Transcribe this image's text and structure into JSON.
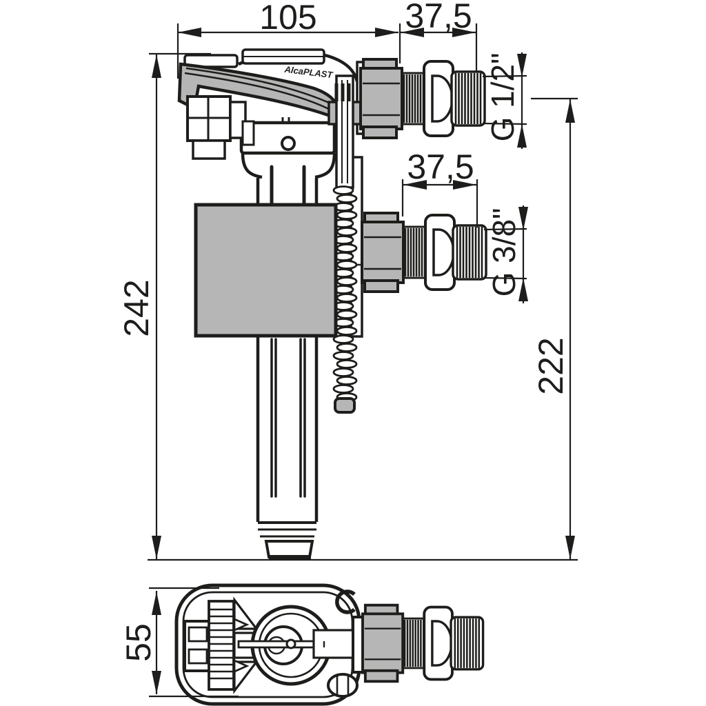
{
  "figure": {
    "kind": "technical dimension drawing",
    "brand_label": "AlcaPLAST"
  },
  "colors": {
    "line": "#1d1d1b",
    "gray_fill": "#b6b6b6",
    "background": "#ffffff"
  },
  "dimensions": {
    "overall_width": "105",
    "top_shank_length": "37,5",
    "top_thread_size": "G 1/2\"",
    "bottom_shank_length": "37,5",
    "bottom_thread_size": "G 3/8\"",
    "overall_height": "242",
    "inlet_axis_height": "222",
    "body_depth": "55"
  }
}
